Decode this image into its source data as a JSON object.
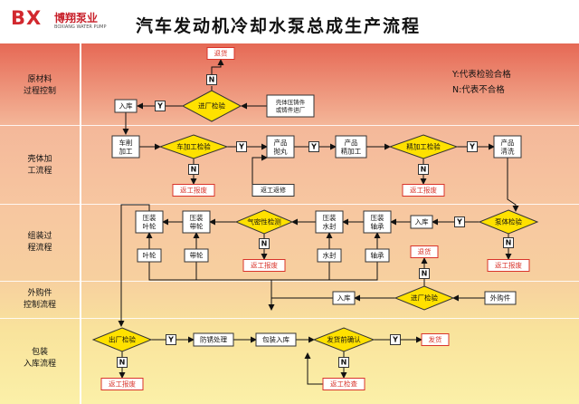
{
  "brand": {
    "logo_mark": "BX",
    "name": "博翔泵业",
    "name_en": "BOXIANG WATER PUMP"
  },
  "title": "汽车发动机冷却水泵总成生产流程",
  "legend": {
    "yes": "Y:代表检验合格",
    "no": "N:代表不合格"
  },
  "lanes": [
    {
      "id": "raw",
      "lines": [
        "原材料",
        "过程控制"
      ]
    },
    {
      "id": "shell",
      "lines": [
        "壳体加",
        "工流程"
      ]
    },
    {
      "id": "assembly",
      "lines": [
        "组装过",
        "程流程"
      ]
    },
    {
      "id": "purchase",
      "lines": [
        "外购件",
        "控制流程"
      ]
    },
    {
      "id": "packing",
      "lines": [
        "包装",
        "入库流程"
      ]
    }
  ],
  "yes": "Y",
  "no": "N",
  "nodes": {
    "return1": "退货",
    "supplier_in": [
      "壳体压铸件",
      "或铸件进厂"
    ],
    "incoming_inspect": "进厂检验",
    "stock_in1": "入库",
    "turning": [
      "车削",
      "加工"
    ],
    "turning_inspect": "车加工检验",
    "scrap_turning": "返工报废",
    "shot_blast": [
      "产品",
      "抛丸"
    ],
    "rework_shot": "返工返修",
    "finishing": [
      "产品",
      "精加工"
    ],
    "finishing_inspect": "精加工检验",
    "scrap_finishing": "返工报废",
    "cleaning": [
      "产品",
      "清洗"
    ],
    "pump_inspect": "泵体检验",
    "scrap_pump": "返工报废",
    "stock_in2": "入库",
    "press_bearing": [
      "压装",
      "轴承"
    ],
    "press_seal": [
      "压装",
      "水封"
    ],
    "airtight": "气密性检测",
    "scrap_airtight": "返工报废",
    "press_pulley": [
      "压装",
      "带轮"
    ],
    "press_impeller": [
      "压装",
      "叶轮"
    ],
    "part_impeller": "叶轮",
    "part_pulley": "带轮",
    "part_seal": "水封",
    "part_bearing": "轴承",
    "return2": "退货",
    "stock_in3": "入库",
    "incoming_inspect2": "进厂检验",
    "outsourced": "外购件",
    "outgoing_inspect": "出厂检验",
    "scrap_outgoing": "返工报废",
    "rust_proof": "防锈处理",
    "pack_stock": "包装入库",
    "pre_ship": "发货前确认",
    "rework_check": "返工检查",
    "ship": "发货"
  }
}
